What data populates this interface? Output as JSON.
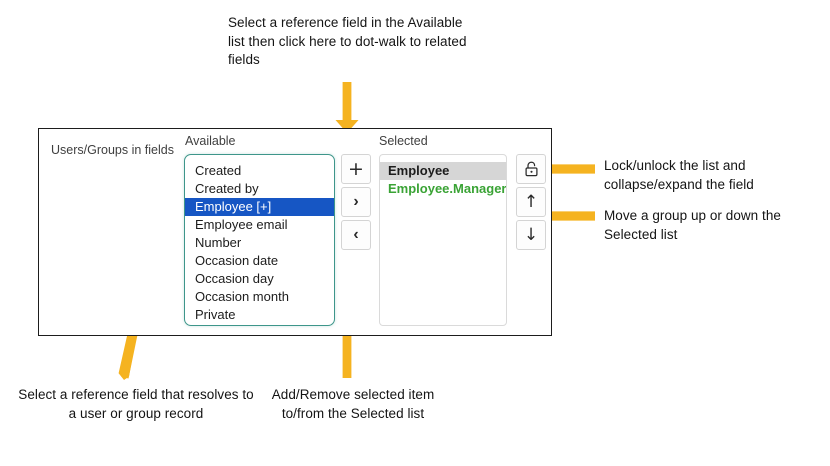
{
  "annotations": {
    "top": "Select a reference field in the Available list then click here to dot-walk to related fields",
    "right_lock": "Lock/unlock the list and collapse/expand the field",
    "right_move": "Move a group up or down the Selected list",
    "bottom_left": "Select a reference field that resolves to a user or group record",
    "bottom_mid": "Add/Remove selected item to/from the Selected list"
  },
  "panel": {
    "label": "Users/Groups in fields",
    "available_header": "Available",
    "selected_header": "Selected"
  },
  "available_list": {
    "items": [
      {
        "label": "Created",
        "selected": false
      },
      {
        "label": "Created by",
        "selected": false
      },
      {
        "label": "Employee [+]",
        "selected": true
      },
      {
        "label": "Employee email",
        "selected": false
      },
      {
        "label": "Number",
        "selected": false
      },
      {
        "label": "Occasion date",
        "selected": false
      },
      {
        "label": "Occasion day",
        "selected": false
      },
      {
        "label": "Occasion month",
        "selected": false
      },
      {
        "label": "Private",
        "selected": false
      }
    ]
  },
  "selected_list": {
    "items": [
      {
        "label": "Employee",
        "state": "highlight"
      },
      {
        "label": "Employee.Manager",
        "state": "dotwalk"
      }
    ]
  },
  "middle_buttons": [
    {
      "icon": "plus-icon",
      "glyph": "+"
    },
    {
      "icon": "chevron-right-icon",
      "glyph": "›"
    },
    {
      "icon": "chevron-left-icon",
      "glyph": "‹"
    }
  ],
  "side_buttons": [
    {
      "icon": "lock-icon",
      "glyph": ""
    },
    {
      "icon": "arrow-up-icon",
      "glyph": "↑"
    },
    {
      "icon": "arrow-down-icon",
      "glyph": "↓"
    }
  ],
  "colors": {
    "arrow_yellow": "#F5B320",
    "available_border": "#3E968A",
    "selection_blue": "#1656C4",
    "dotwalk_green": "#3AA335",
    "panel_border": "#1D1D1D"
  }
}
